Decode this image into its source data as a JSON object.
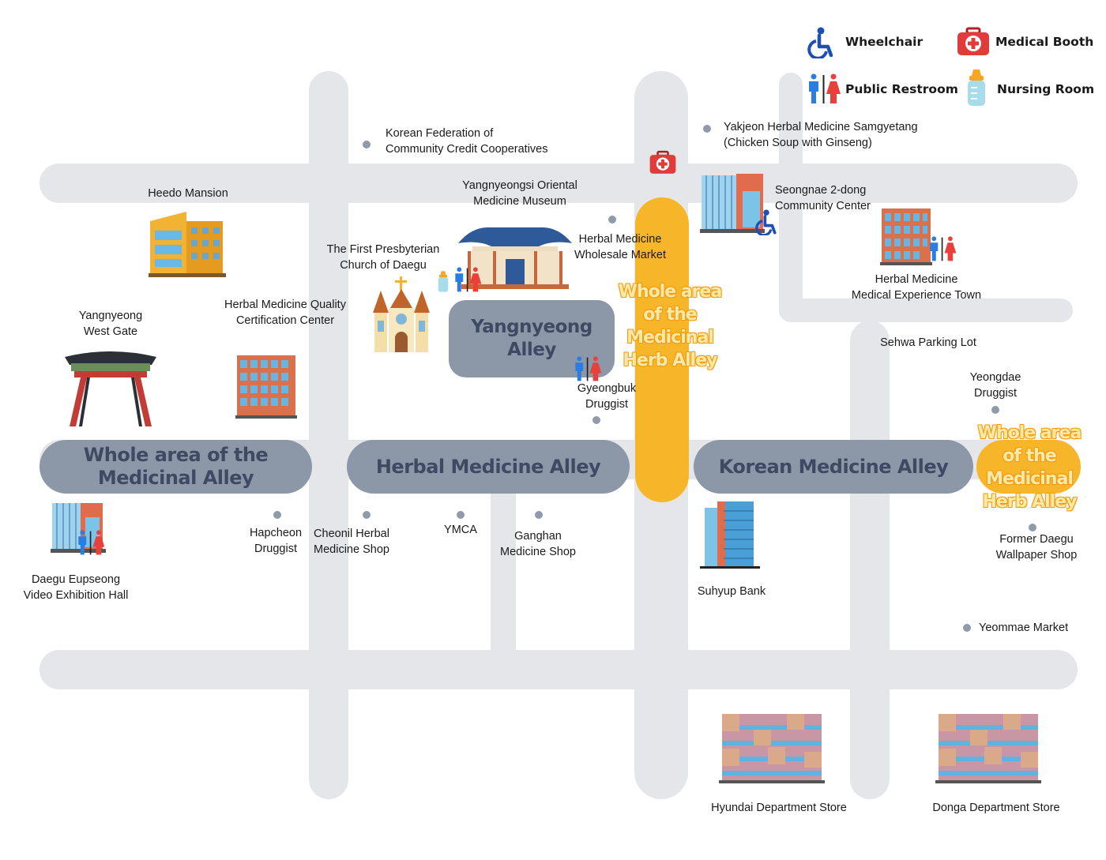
{
  "legend": {
    "wheelchair": "Wheelchair",
    "medical_booth": "Medical Booth",
    "public_restroom": "Public Restroom",
    "nursing_room": "Nursing Room"
  },
  "alleys": {
    "yangnyeong": "Yangnyeong Alley",
    "whole_medicinal": "Whole area of the Medicinal Alley",
    "herbal": "Herbal Medicine Alley",
    "korean": "Korean Medicine Alley",
    "whole_herb_center": "Whole area of the Medicinal Herb Alley",
    "whole_herb_right": "Whole area of the Medicinal Herb Alley"
  },
  "places": {
    "kfcc": "Korean Federation of\nCommunity Credit Cooperatives",
    "yakjeon": "Yakjeon Herbal Medicine Samgyetang\n(Chicken Soup with Ginseng)",
    "heedo": "Heedo Mansion",
    "museum": "Yangnyeongsi Oriental\nMedicine Museum",
    "seongnae": "Seongnae 2-dong\nCommunity Center",
    "wholesale": "Herbal Medicine\nWholesale Market",
    "church": "The First Presbyterian\nChurch of Daegu",
    "experience": "Herbal Medicine\nMedical Experience Town",
    "quality": "Herbal Medicine Quality\nCertification Center",
    "westgate": "Yangnyeong\nWest Gate",
    "sehwa": "Sehwa Parking Lot",
    "yeongdae": "Yeongdae\nDruggist",
    "gyeongbuk": "Gyeongbuk\nDruggist",
    "hapcheon": "Hapcheon\nDruggist",
    "cheonil": "Cheonil Herbal\nMedicine Shop",
    "ymca": "YMCA",
    "ganghan": "Ganghan\nMedicine Shop",
    "eupseong": "Daegu Eupseong\nVideo Exhibition Hall",
    "suhyup": "Suhyup Bank",
    "wallpaper": "Former Daegu\nWallpaper Shop",
    "yeommae": "Yeommae Market",
    "hyundai": "Hyundai Department Store",
    "donga": "Donga Department Store"
  },
  "colors": {
    "road": "#e4e6ea",
    "alley_pill": "#8c97a8",
    "alley_text": "#3d4a62",
    "highlight": "#f7b62a",
    "wheelchair": "#1f4fb5",
    "restroom_male": "#2a7de1",
    "restroom_female": "#e8403a",
    "medical": "#e23b3b",
    "nursing": "#f6a623"
  },
  "icons": [
    "wheelchair-icon",
    "medical-booth-icon",
    "restroom-icon",
    "nursing-room-icon",
    "building-icon",
    "hanok-icon",
    "church-icon",
    "gate-icon",
    "department-store-icon"
  ]
}
